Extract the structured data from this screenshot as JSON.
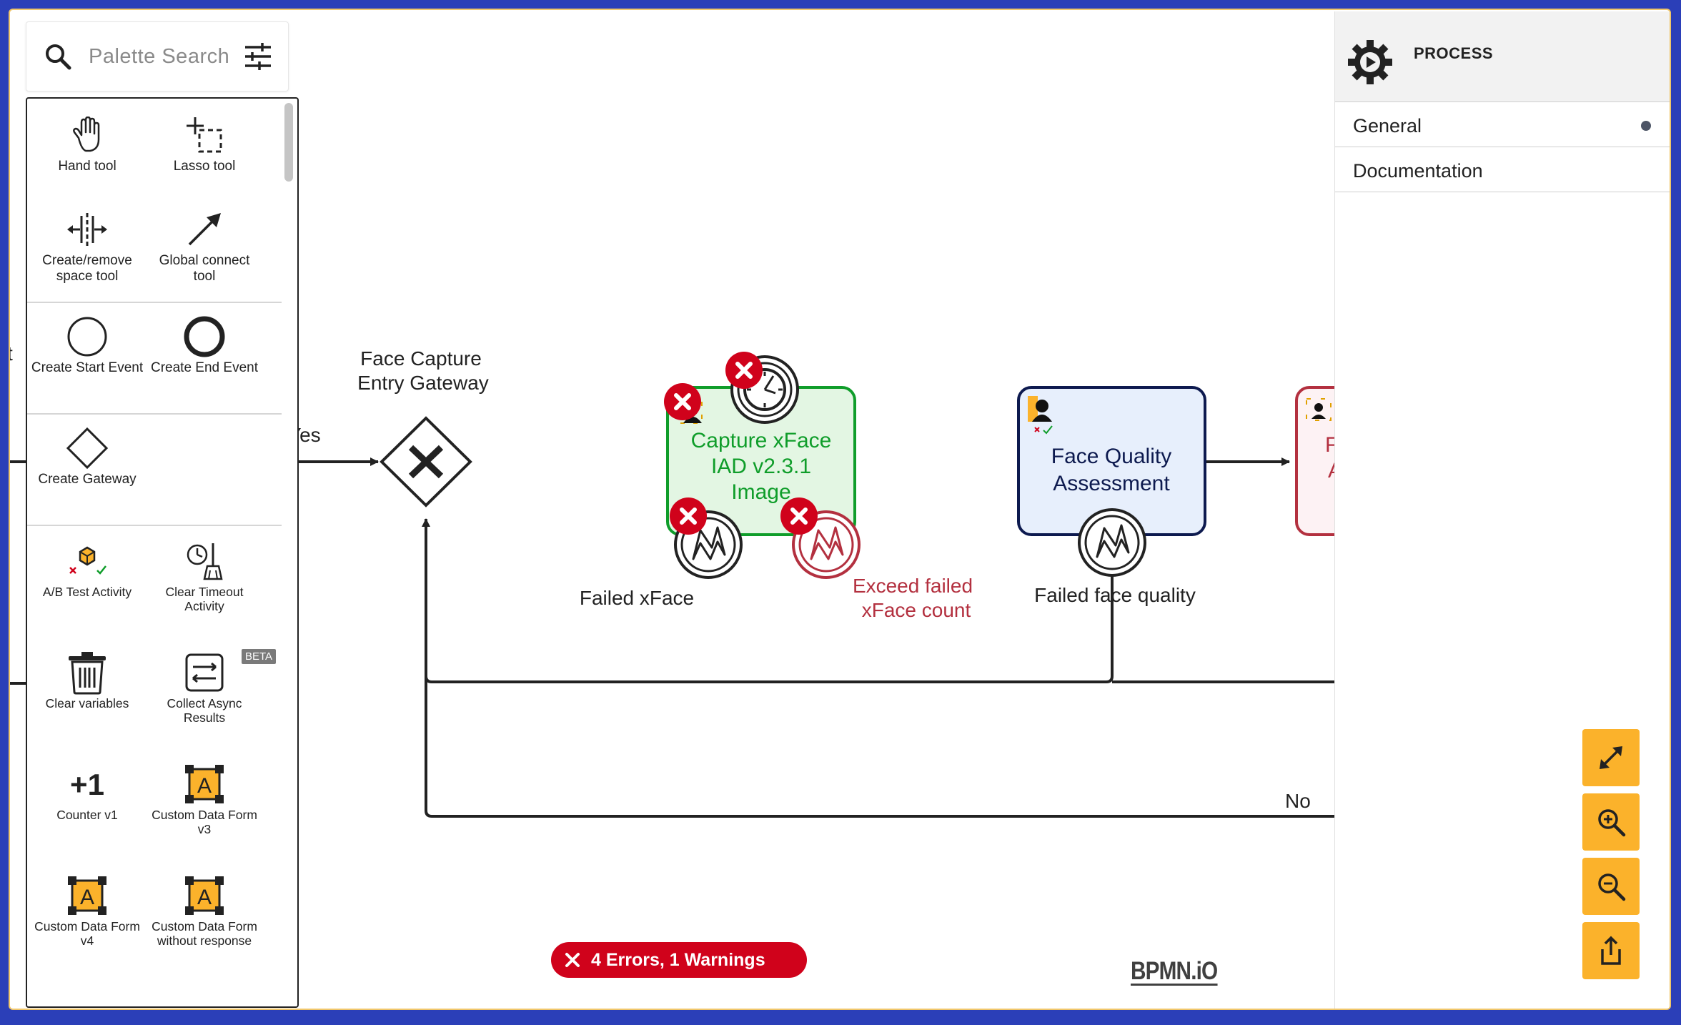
{
  "palette": {
    "search_placeholder": "Palette Search",
    "tools": [
      {
        "label": "Hand tool",
        "icon": "hand-icon"
      },
      {
        "label": "Lasso tool",
        "icon": "lasso-icon"
      },
      {
        "label": "Create/remove space tool",
        "icon": "space-tool-icon"
      },
      {
        "label": "Global connect tool",
        "icon": "connect-arrow-icon"
      },
      {
        "label": "Create Start Event",
        "icon": "start-event-icon"
      },
      {
        "label": "Create End Event",
        "icon": "end-event-icon"
      },
      {
        "label": "Create Gateway",
        "icon": "gateway-icon"
      },
      {
        "label": "A/B Test Activity",
        "icon": "ab-test-icon"
      },
      {
        "label": "Clear Timeout Activity",
        "icon": "clear-timeout-icon"
      },
      {
        "label": "Clear variables",
        "icon": "trash-icon"
      },
      {
        "label": "Collect Async Results",
        "icon": "collect-async-icon"
      },
      {
        "label": "Counter v1",
        "icon": "counter-icon"
      },
      {
        "label": "Custom Data Form v3",
        "icon": "data-form-icon"
      },
      {
        "label": "Custom Data Form v4",
        "icon": "data-form-icon"
      },
      {
        "label": "Custom Data Form without response",
        "icon": "data-form-icon"
      }
    ],
    "beta_badge": "BETA"
  },
  "diagram": {
    "edge_label_left": "t",
    "yes_label": "Yes",
    "gateway_label_1": "Face Capture",
    "gateway_label_2": "Entry Gateway",
    "capture_task_lines": [
      "Capture xFace",
      "IAD v2.3.1",
      "Image"
    ],
    "failed_xface": "Failed xFace",
    "exceed_line1": "Exceed failed",
    "exceed_line2": "xFace count",
    "fqa_lines": [
      "Face Quality",
      "Assessment"
    ],
    "failed_face_quality": "Failed face quality",
    "partial_task_lines": [
      "Fa",
      "A"
    ],
    "no_label": "No"
  },
  "properties": {
    "title": "PROCESS",
    "groups": [
      "General",
      "Documentation"
    ]
  },
  "status": {
    "errors_text": "4 Errors, 1 Warnings"
  },
  "brand": "BPMN.iO",
  "colors": {
    "error_red": "#d0021b",
    "task_green": "#0f9d2a",
    "task_green_fill": "#e3f6e3",
    "task_blue_border": "#0d1a4f",
    "task_blue_fill": "#e7effc",
    "exceed_red": "#b3303f",
    "zoom_orange": "#fbb22b"
  }
}
